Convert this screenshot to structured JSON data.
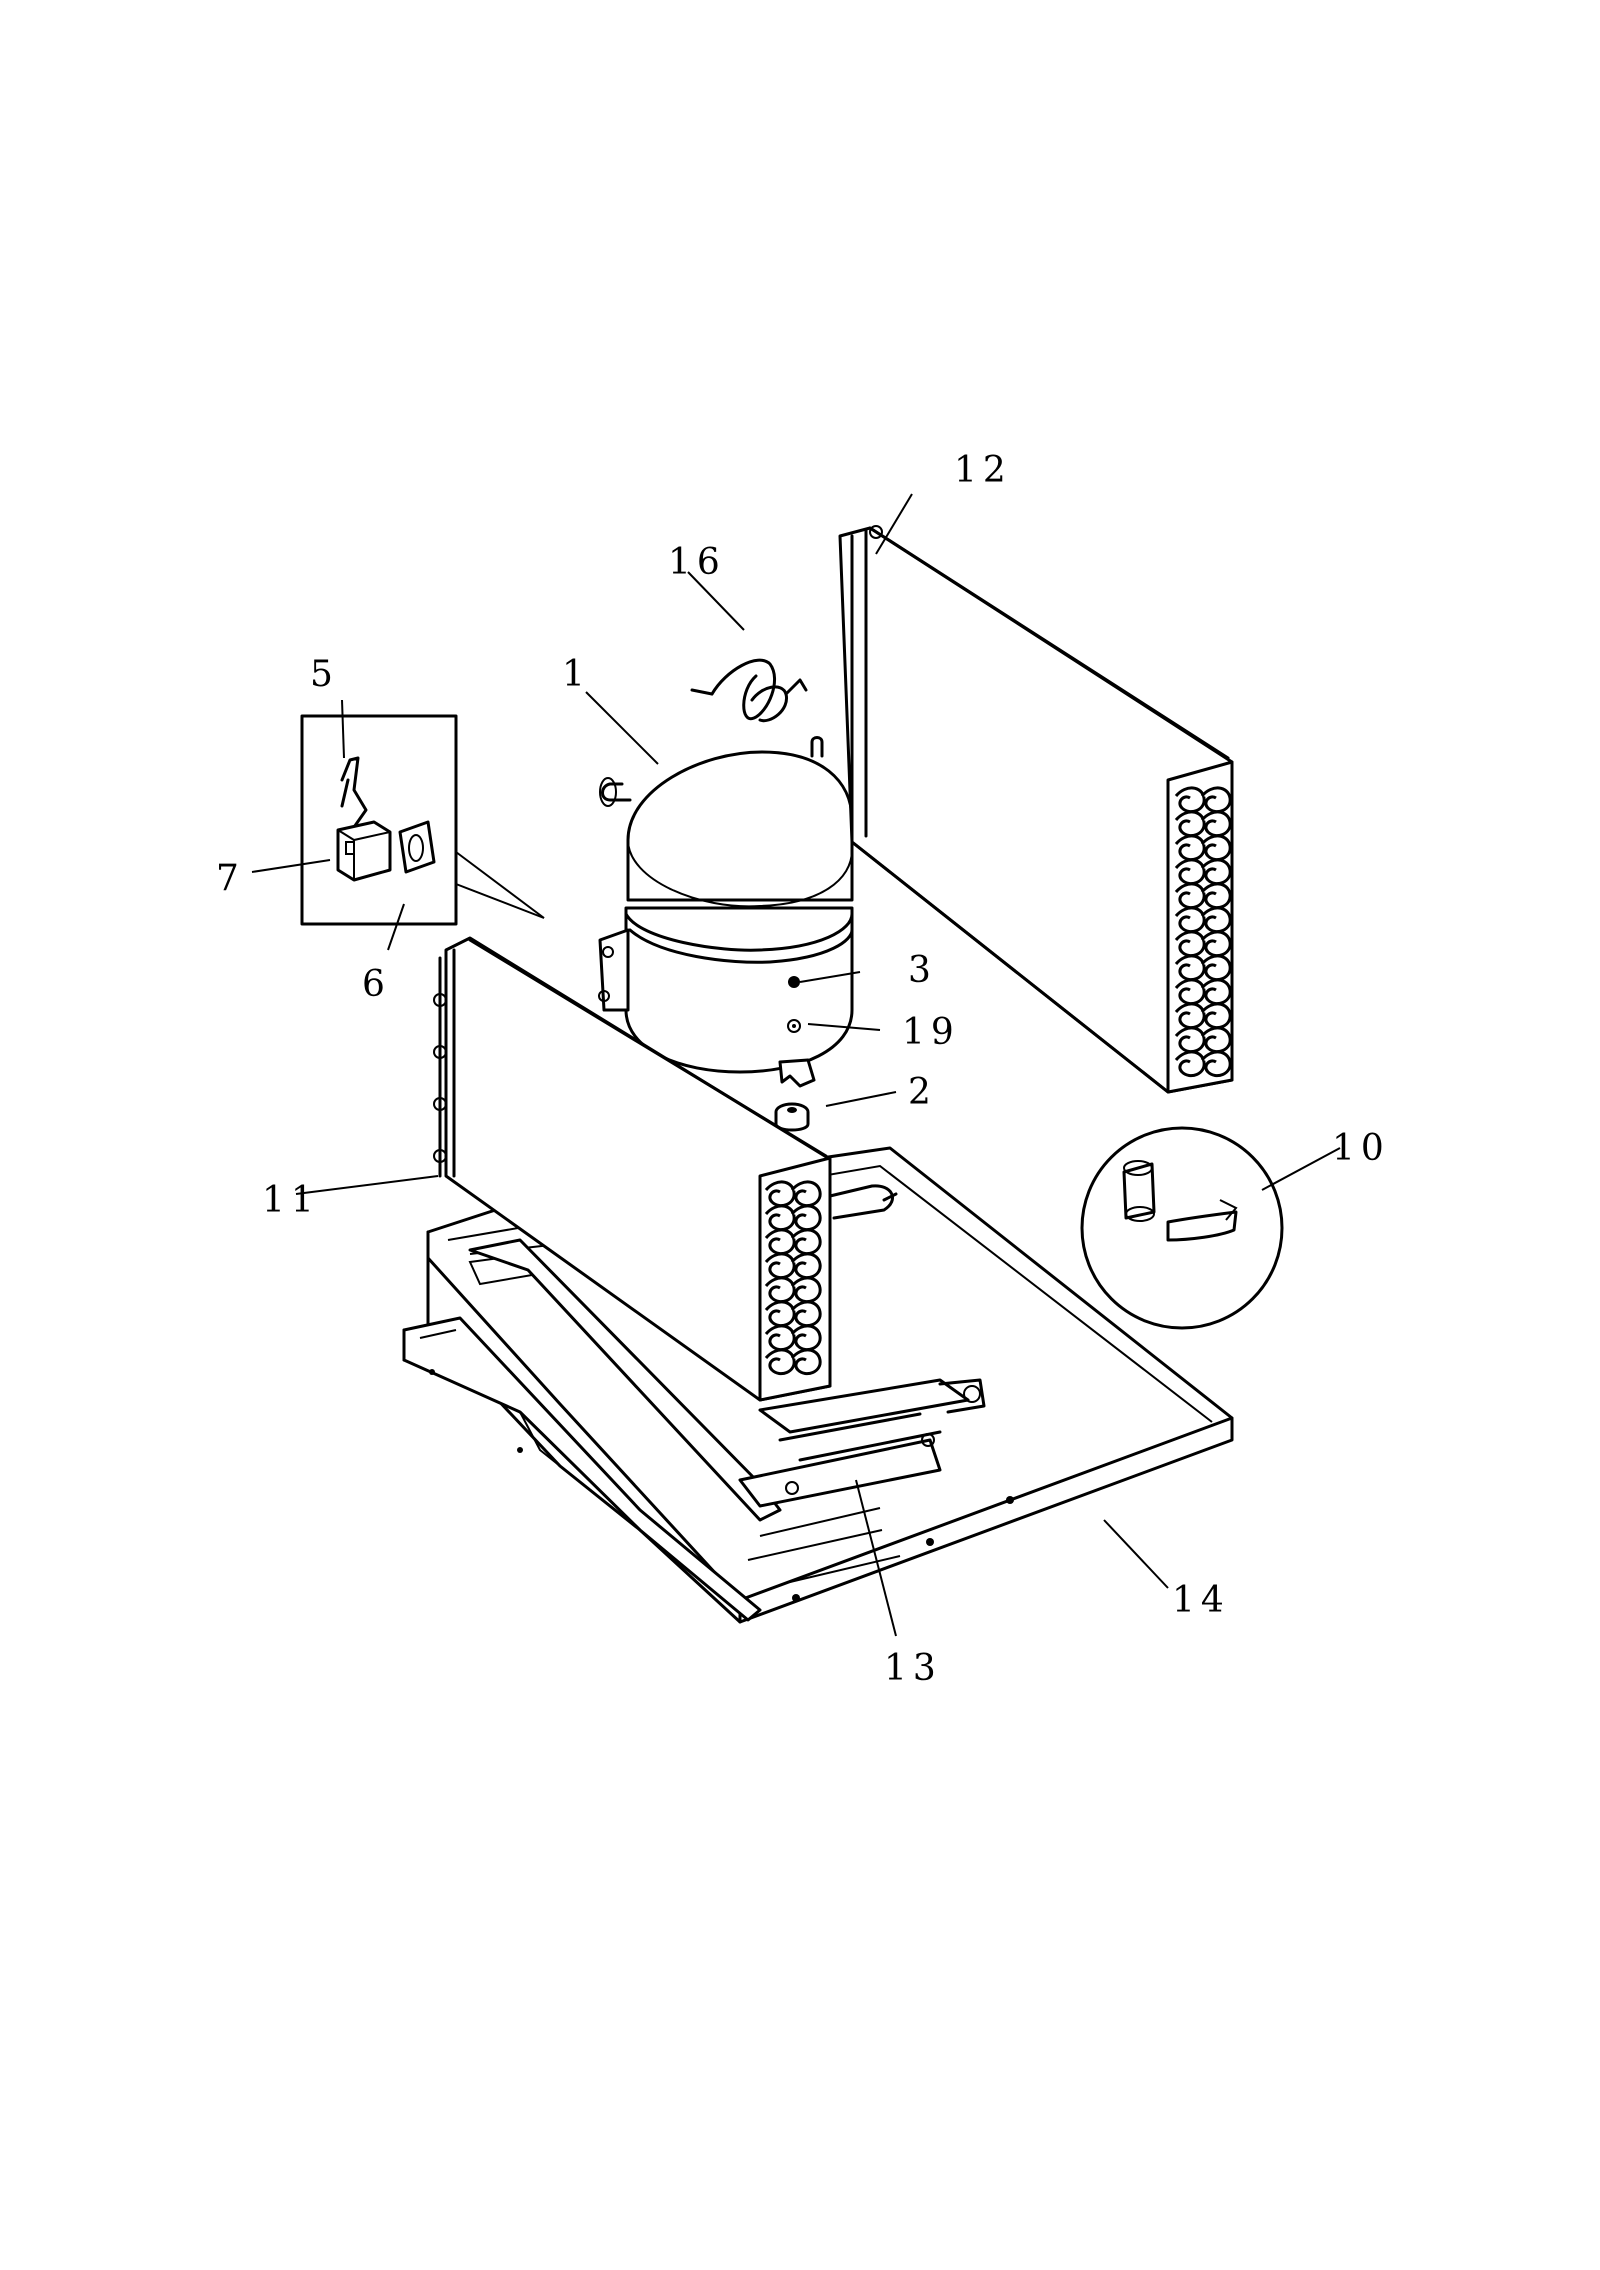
{
  "callouts": {
    "c1": "1",
    "c2": "2",
    "c3": "3",
    "c5": "5",
    "c6": "6",
    "c7": "7",
    "c10": "10",
    "c11": "11",
    "c12": "12",
    "c13": "13",
    "c14": "14",
    "c16": "16",
    "c19": "19"
  }
}
